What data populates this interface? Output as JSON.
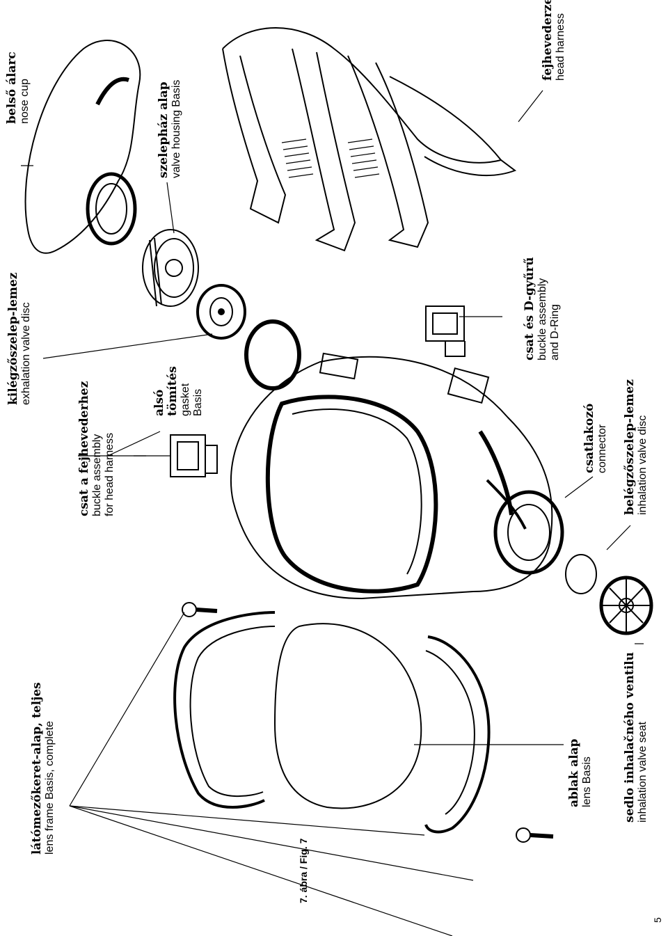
{
  "labels": {
    "lens_frame": {
      "hu": "látómezőkeret-alap, teljes",
      "en": "lens frame Basis, complete"
    },
    "buckle_head": {
      "hu": "csat a fejhevederhez",
      "en1": "buckle assembly",
      "en2": "for head harness"
    },
    "gasket": {
      "hu1": "alsó",
      "hu2": "tömítés",
      "en1": "gasket",
      "en2": "Basis"
    },
    "exhalation": {
      "hu": "kilégzőszelep-lemez",
      "en": "exhalation valve disc"
    },
    "valve_housing": {
      "hu": "szelepház alap",
      "en": "valve housing Basis"
    },
    "nose_cup": {
      "hu": "belső álarc",
      "en": "nose cup"
    },
    "head_harness": {
      "hu": "fejhevederzet",
      "en": "head harness"
    },
    "buckle_dring": {
      "hu": "csat és D-gyűrű",
      "en1": "buckle assembly",
      "en2": "and D-Ring"
    },
    "connector": {
      "hu": "csatlakozó",
      "en": "connector"
    },
    "inhalation": {
      "hu": "belégzőszelep-lemez",
      "en": "inhalation valve disc"
    },
    "lens": {
      "hu": "ablak alap",
      "en": "lens Basis"
    },
    "valve_seat": {
      "hu": "sedlo inhalačného ventilu",
      "en": "inhalation valve seat"
    }
  },
  "figure_caption": "7. ábra / Fig. 7",
  "page_number": "5"
}
